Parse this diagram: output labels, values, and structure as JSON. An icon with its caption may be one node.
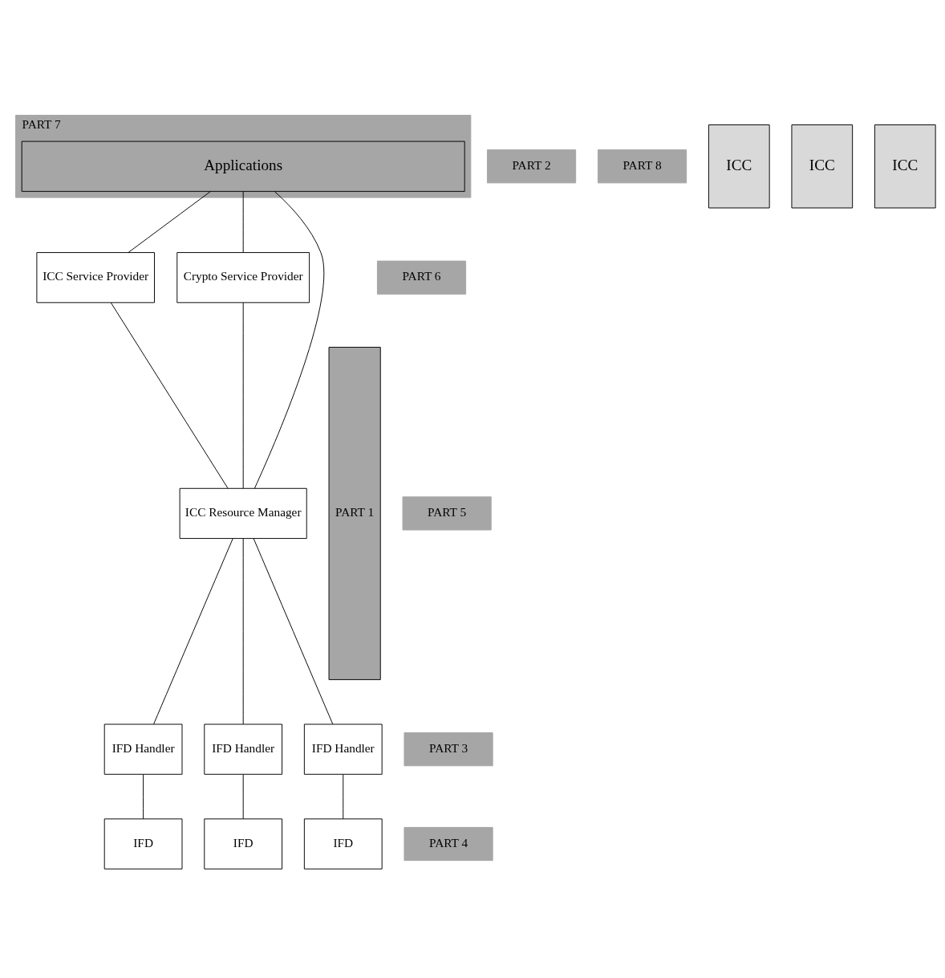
{
  "diagram": {
    "nodes": [
      {
        "text": [
          "PART 7"
        ]
      },
      {
        "text": [
          "Applications"
        ],
        "in": 0
      },
      {
        "text": [
          "PART 1"
        ]
      },
      {
        "text": [
          "PART 6"
        ]
      },
      {
        "text": [
          "ICC Service Provider"
        ]
      },
      {
        "text": [
          "Crypto Service Provider"
        ]
      },
      {
        "text": [
          "PART 5"
        ]
      },
      {
        "text": [
          "ICC Resource Manager"
        ]
      },
      {
        "text": [
          "PART 3"
        ]
      },
      {
        "text": [
          "IFD Handler"
        ]
      },
      {
        "text": [
          "IFD Handler"
        ]
      },
      {
        "text": [
          "IFD Handler"
        ]
      },
      {
        "text": [
          "PART 4"
        ]
      },
      {
        "text": [
          "IFD"
        ]
      },
      {
        "text": [
          "IFD"
        ]
      },
      {
        "text": [
          "IFD"
        ]
      },
      {
        "text": [
          "PART 2"
        ]
      },
      {
        "text": [
          "PART 8"
        ]
      },
      {
        "text": [
          "ICC"
        ]
      },
      {
        "text": [
          "ICC"
        ]
      },
      {
        "text": [
          "ICC"
        ]
      }
    ],
    "edges": [
      {
        "from": 1,
        "to": 4,
        "arrow": "none"
      },
      {
        "from": 1,
        "to": 7,
        "arrow": "none"
      },
      {
        "from": 1,
        "to": 5,
        "arrow": "none"
      },
      {
        "from": 4,
        "to": 7,
        "arrow": "none"
      },
      {
        "from": 5,
        "to": 7,
        "arrow": "none"
      },
      {
        "from": 7,
        "to": 9,
        "arrow": "none"
      },
      {
        "from": 7,
        "to": 10,
        "arrow": "none"
      },
      {
        "from": 7,
        "to": 11,
        "arrow": "none"
      },
      {
        "from": 9,
        "to": 13,
        "arrow": "none"
      },
      {
        "from": 10,
        "to": 14,
        "arrow": "none"
      },
      {
        "from": 11,
        "to": 15,
        "arrow": "none"
      }
    ]
  }
}
